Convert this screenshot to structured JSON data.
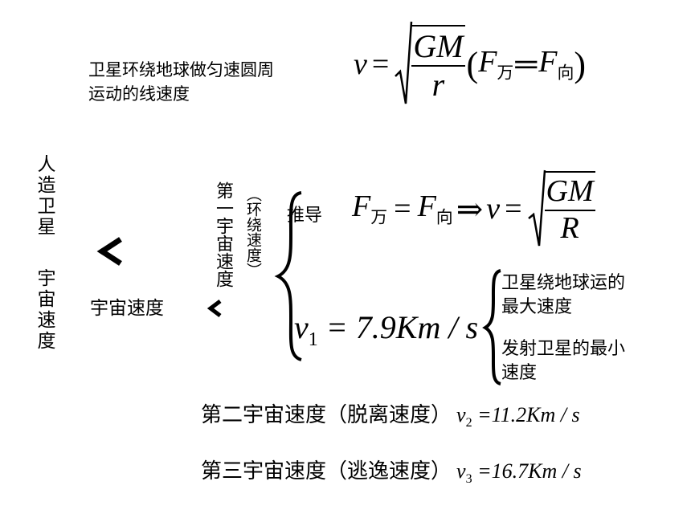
{
  "satellite_motion_desc_line1": "卫星环绕地球做匀速圆周",
  "satellite_motion_desc_line2": "运动的线速度",
  "formula1": {
    "v": "v",
    "eq": "=",
    "num": "GM",
    "den": "r",
    "lparen": "(",
    "f": "F",
    "sub_wan": "万",
    "equal_sign": "═",
    "sub_xiang": "向",
    "rparen": ")"
  },
  "left_title_col1": "人造卫星",
  "left_title_col2": "宇宙速度",
  "cosmic_speed_label": "宇宙速度",
  "first_cosmic_label": "第一宇宙速度",
  "orbital_speed_label": "（环绕速度）",
  "derivation_label": "推导",
  "formula2": {
    "f": "F",
    "sub_wan": "万",
    "eq": "=",
    "sub_xiang": "向",
    "implies": "⇒",
    "v": "v",
    "num": "GM",
    "den": "R"
  },
  "v1_formula": {
    "v": "v",
    "sub": "1",
    "value": "= 7.9Km / s"
  },
  "note1_line1": "卫星绕地球运的",
  "note1_line2": "最大速度",
  "note2_line1": "发射卫星的最小",
  "note2_line2": "速度",
  "second_cosmic_text": "第二宇宙速度（脱离速度）",
  "v2_formula": {
    "v": "v",
    "sub": "2",
    "value": "=11.2Km / s"
  },
  "third_cosmic_text": "第三宇宙速度（逃逸速度）",
  "v3_formula": {
    "v": "v",
    "sub": "3",
    "value": "=16.7Km / s"
  }
}
